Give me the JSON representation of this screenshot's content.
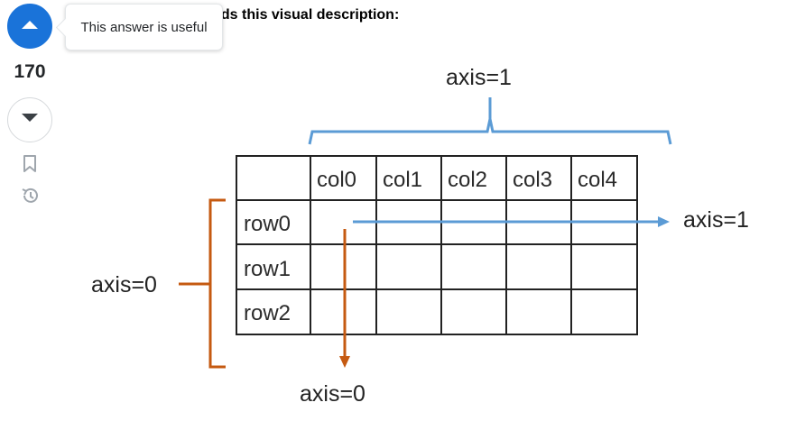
{
  "vote": {
    "count": "170",
    "tooltip": "This answer is useful",
    "up_icon": "caret-up-icon",
    "down_icon": "caret-down-icon",
    "bookmark_icon": "bookmark-icon",
    "history_icon": "history-icon"
  },
  "answer": {
    "visible_text": "eds this visual description:"
  },
  "figure": {
    "top_axis_label": "axis=1",
    "right_axis_label": "axis=1",
    "left_axis_label": "axis=0",
    "bottom_axis_label": "axis=0",
    "columns": [
      "col0",
      "col1",
      "col2",
      "col3",
      "col4"
    ],
    "rows": [
      "row0",
      "row1",
      "row2"
    ],
    "colors": {
      "axis1_blue": "#5b9bd5",
      "axis0_orange": "#c55a11",
      "grid": "#222222"
    }
  }
}
